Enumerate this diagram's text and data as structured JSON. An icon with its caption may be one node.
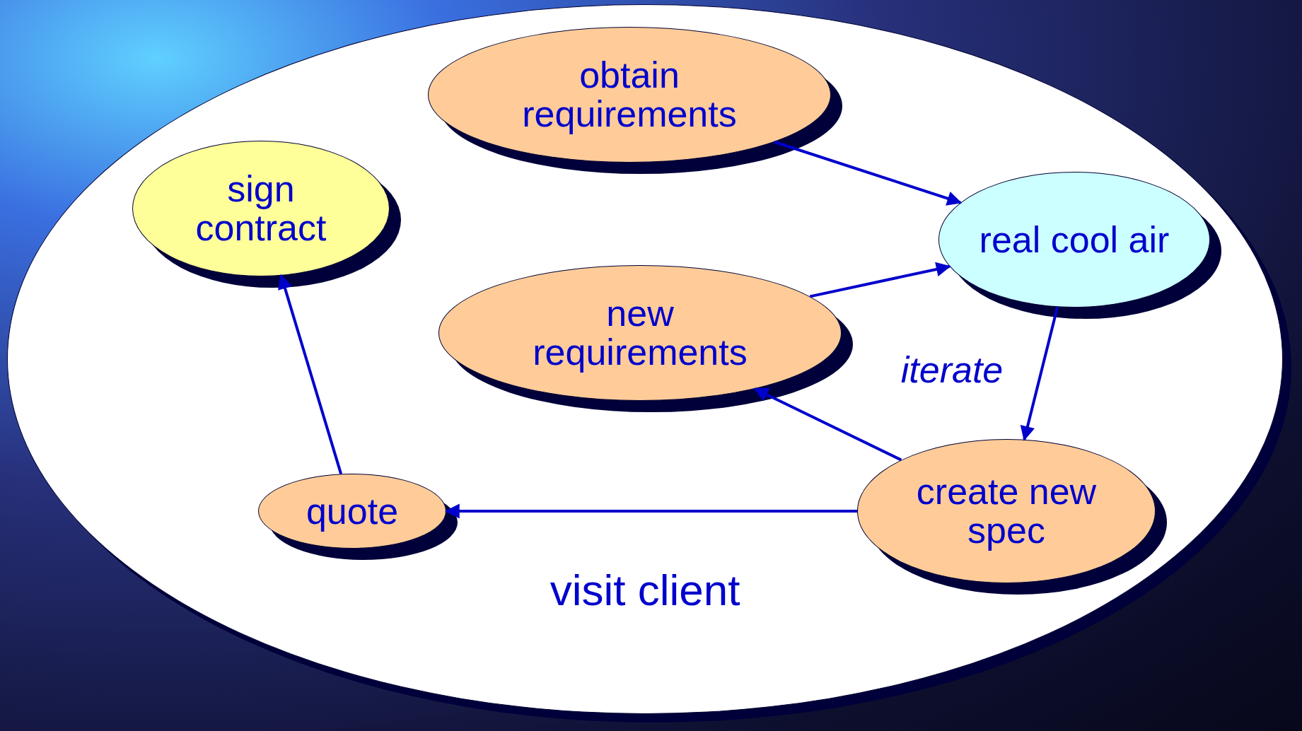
{
  "diagram": {
    "nodes": [
      {
        "text": [
          "visit client"
        ]
      },
      {
        "text": [
          "obtain requirements"
        ],
        "in": 0
      },
      {
        "text": [
          "sign contract"
        ],
        "in": 0
      },
      {
        "text": [
          "real cool air"
        ],
        "in": 0
      },
      {
        "text": [
          "new requirements"
        ],
        "in": 0
      },
      {
        "text": [
          "quote"
        ],
        "in": 0
      },
      {
        "text": [
          "create new spec"
        ],
        "in": 0
      }
    ],
    "edges": [
      {
        "from": 1,
        "to": 3,
        "arrow": "to"
      },
      {
        "from": 4,
        "to": 3,
        "arrow": "to"
      },
      {
        "from": 3,
        "to": 6,
        "arrow": "to"
      },
      {
        "from": 6,
        "to": 4,
        "arrow": "to"
      },
      {
        "from": 6,
        "to": 5,
        "arrow": "to"
      },
      {
        "from": 5,
        "to": 2,
        "arrow": "to"
      }
    ],
    "labels": [
      "iterate"
    ]
  }
}
